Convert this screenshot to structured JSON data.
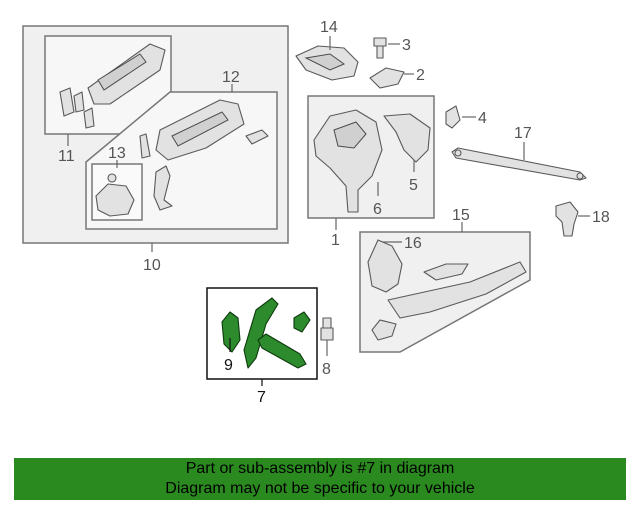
{
  "callouts": {
    "c1": "1",
    "c2": "2",
    "c3": "3",
    "c4": "4",
    "c5": "5",
    "c6": "6",
    "c7": "7",
    "c8": "8",
    "c9": "9",
    "c10": "10",
    "c11": "11",
    "c12": "12",
    "c13": "13",
    "c14": "14",
    "c15": "15",
    "c16": "16",
    "c17": "17",
    "c18": "18"
  },
  "highlight": {
    "part": "7",
    "color": "#2a8a1f"
  },
  "footer": {
    "line1": "Part or sub-assembly is #7 in diagram",
    "line2": "Diagram may not be specific to your vehicle"
  }
}
